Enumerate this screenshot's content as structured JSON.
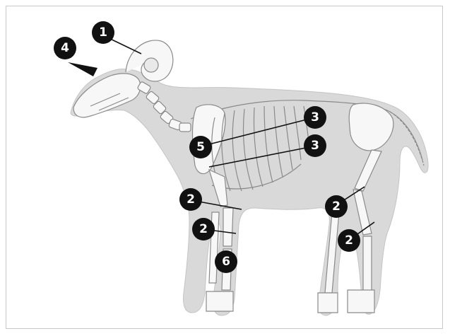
{
  "markers": [
    {
      "id": "m1",
      "label": "1"
    },
    {
      "id": "m4",
      "label": "4"
    },
    {
      "id": "m5",
      "label": "5"
    },
    {
      "id": "m3a",
      "label": "3"
    },
    {
      "id": "m3b",
      "label": "3"
    },
    {
      "id": "m2a",
      "label": "2"
    },
    {
      "id": "m2b",
      "label": "2"
    },
    {
      "id": "m2c",
      "label": "2"
    },
    {
      "id": "m2d",
      "label": "2"
    },
    {
      "id": "m6",
      "label": "6"
    }
  ],
  "colors": {
    "body_fill": "#d9d9d9",
    "bone_fill": "#f7f7f7",
    "bone_stroke": "#8a8a8a",
    "marker": "#111111",
    "marker_text": "#ffffff"
  }
}
